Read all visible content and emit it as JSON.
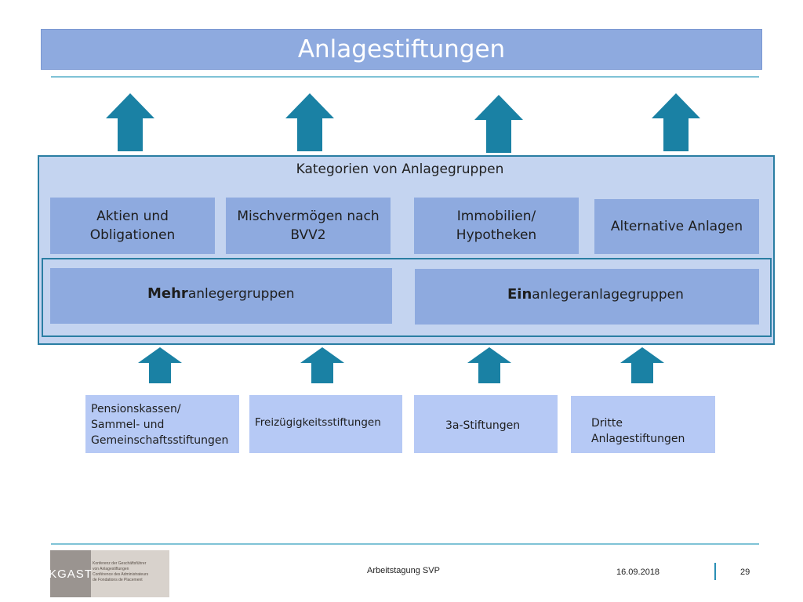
{
  "header": {
    "title": "Anlagestiftungen"
  },
  "categories": {
    "title": "Kategorien von Anlagegruppen",
    "items": [
      {
        "line1": "Aktien und",
        "line2": "Obligationen"
      },
      {
        "line1": "Mischvermögen nach",
        "line2": "BVV2"
      },
      {
        "line1": "Immobilien/",
        "line2": "Hypotheken"
      },
      {
        "line1": "Alternative Anlagen",
        "line2": ""
      }
    ]
  },
  "groups": [
    {
      "bold": "Mehr",
      "rest": "anlegergruppen"
    },
    {
      "bold": "Ein",
      "rest": "anlegeranlagegruppen"
    }
  ],
  "sources": [
    {
      "lines": [
        "Pensionskassen/",
        "Sammel- und",
        "Gemeinschaftsstiftungen"
      ]
    },
    {
      "lines": [
        "Freizügigkeitsstiftungen"
      ]
    },
    {
      "lines": [
        "3a-Stiftungen"
      ]
    },
    {
      "lines": [
        "Dritte",
        "Anlagestiftungen"
      ]
    }
  ],
  "footer": {
    "event": "Arbeitstagung SVP",
    "date": "16.09.2018",
    "page": "29",
    "logo_letters": "KGAST",
    "logo_lines": [
      "Konferenz der Geschäftsführer",
      "von Anlagestiftungen",
      "Conférence des Administrateurs",
      "de Fondations de Placement"
    ]
  },
  "colors": {
    "arrow": "#1a81a4",
    "panel": "#c4d4f0",
    "box": "#8eaadf",
    "source_box": "#b6c9f5"
  }
}
